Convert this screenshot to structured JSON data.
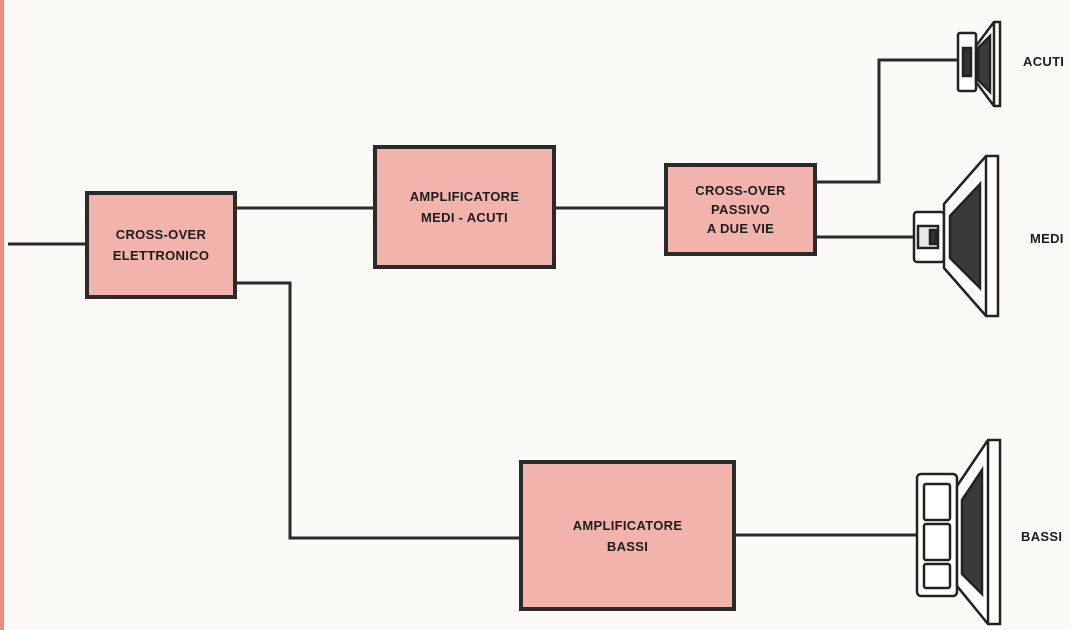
{
  "blocks": {
    "crossover_electronic": {
      "line1": "CROSS-OVER",
      "line2": "ELETTRONICO"
    },
    "amp_mid_high": {
      "line1": "AMPLIFICATORE",
      "line2": "MEDI - ACUTI"
    },
    "crossover_passive": {
      "line1": "CROSS-OVER",
      "line2": "PASSIVO",
      "line3": "A DUE VIE"
    },
    "amp_bass": {
      "line1": "AMPLIFICATORE",
      "line2": "BASSI"
    }
  },
  "speakers": {
    "tweeter": {
      "label": "ACUTI"
    },
    "midrange": {
      "label": "MEDI"
    },
    "woofer": {
      "label": "BASSI"
    }
  },
  "colors": {
    "block_fill": "#f2b3ad",
    "line": "#2a2a2a",
    "accent_strip": "#f08e7e"
  }
}
